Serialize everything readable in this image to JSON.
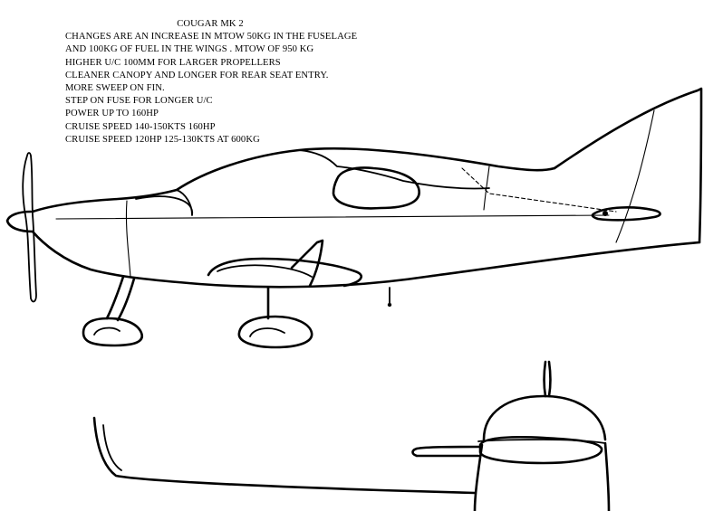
{
  "drawing": {
    "title": "COUGAR MK 2",
    "notes": [
      "CHANGES ARE AN INCREASE IN MTOW 50KG IN THE FUSELAGE",
      "AND 100KG OF FUEL IN THE WINGS . MTOW OF 950 KG",
      "HIGHER  U/C 100MM FOR LARGER PROPELLERS",
      "CLEANER CANOPY AND LONGER FOR REAR SEAT ENTRY.",
      "MORE SWEEP ON FIN.",
      "STEP ON FUSE FOR LONGER U/C",
      "POWER UP TO 160HP",
      "CRUISE SPEED 140-150KTS  160HP",
      "CRUISE SPEED 120HP  125-130KTS AT 600KG"
    ]
  },
  "views": {
    "side_view": "side-elevation",
    "front_view": "front-elevation"
  },
  "colors": {
    "ink": "#000000",
    "paper": "#ffffff"
  }
}
